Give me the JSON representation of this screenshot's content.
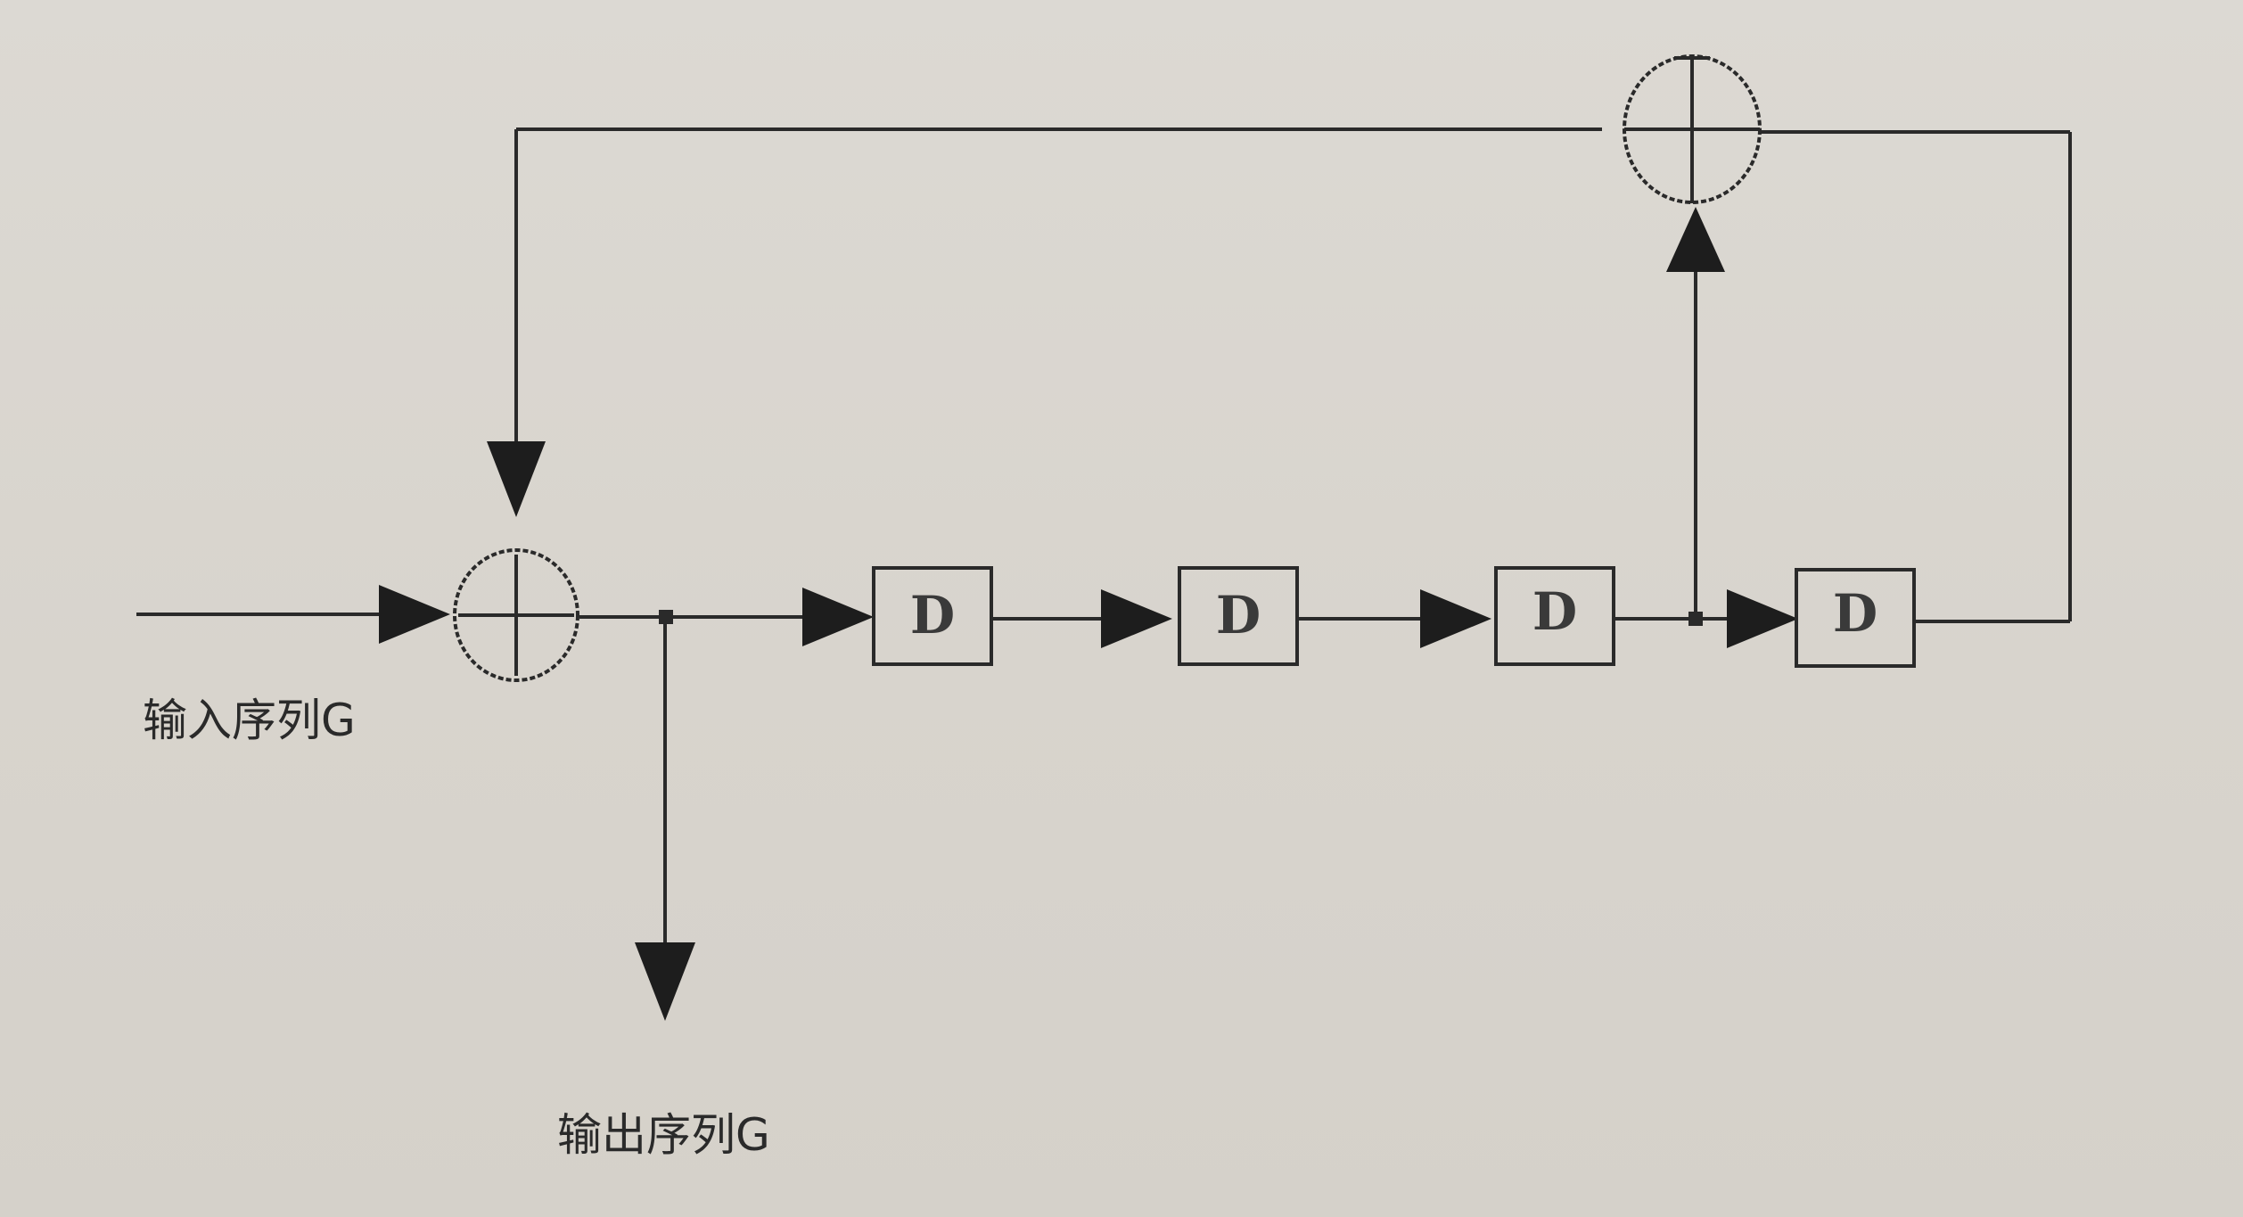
{
  "labels": {
    "input_sequence": "输入序列G",
    "output_sequence": "输出序列G"
  },
  "delay_blocks": [
    {
      "label": "D"
    },
    {
      "label": "D"
    },
    {
      "label": "D"
    },
    {
      "label": "D"
    }
  ],
  "colors": {
    "background": "#d9d6cf",
    "line": "#2a2a2a"
  }
}
